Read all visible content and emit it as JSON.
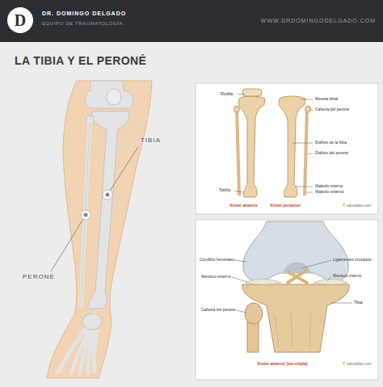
{
  "diagram": {
    "title": "LA TIBIA Y EL PERONÉ",
    "nodes": [
      {
        "text": [
          "D"
        ]
      }
    ],
    "labels": [
      "DR. DOMINGO DELGADO",
      "EQUIPO DE TRAUMATOLOGÍA",
      "WWW.DRDOMINGODELGADO.COM",
      "TIBIA",
      "PERONÉ",
      "Rodilla",
      "Meseta tibial",
      "Cabeza del peroné",
      "Diáfisis de la tibia",
      "Diáfisis del peroné",
      "Tobillo",
      "Maleolo interno",
      "Maleolo externo",
      "Visión anterior",
      "Visión posterior",
      "© saludalia.com",
      "Cóndilos femorales",
      "Ligamentos cruzados",
      "Menisco externo",
      "Menisco interno",
      "Tibia",
      "Cabeza del peroné",
      "Visión anterior (sin rótula)",
      "© saludalia.com"
    ]
  }
}
